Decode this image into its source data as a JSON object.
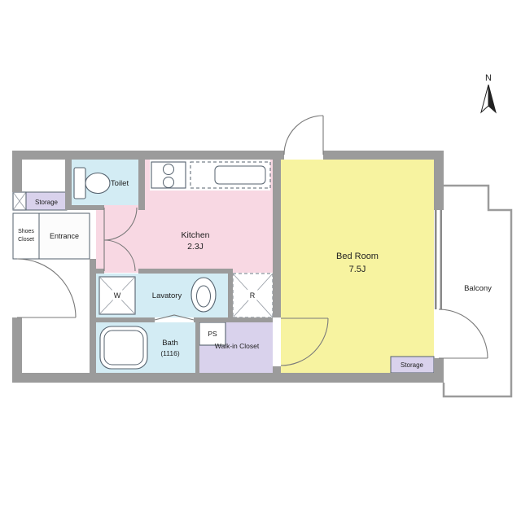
{
  "compass": {
    "north": "N"
  },
  "colors": {
    "wall": "#9b9b9b",
    "wet": "#d3ecf4",
    "kitchen": "#f8d8e3",
    "bedroom": "#f7f3a0",
    "closet": "#d9d2ec",
    "balcony": "#ffffff"
  },
  "rooms": {
    "storage_top": {
      "label": "Storage"
    },
    "shoes_closet": {
      "line1": "Shoes",
      "line2": "Closet"
    },
    "entrance": {
      "label": "Entrance"
    },
    "toilet": {
      "label": "Toilet"
    },
    "kitchen": {
      "name": "Kitchen",
      "size": "2.3J"
    },
    "bedroom": {
      "name": "Bed Room",
      "size": "7.5J"
    },
    "lavatory": {
      "label": "Lavatory"
    },
    "bath": {
      "name": "Bath",
      "size": "(1116)"
    },
    "walk_in_closet": {
      "label": "Walk-in Closet"
    },
    "storage_bottom": {
      "label": "Storage"
    },
    "balcony": {
      "label": "Balcony"
    }
  },
  "fixtures": {
    "washing_machine": {
      "label": "W"
    },
    "refrigerator": {
      "label": "R"
    },
    "pipe_space": {
      "label": "PS"
    }
  }
}
